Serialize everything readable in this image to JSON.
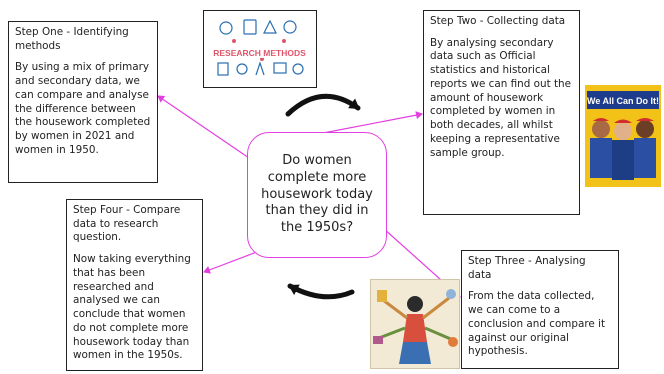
{
  "center": {
    "question": "Do women complete more housework today than they did in the 1950s?"
  },
  "steps": [
    {
      "title": "Step One - Identifying methods",
      "body": "By using a mix of primary and secondary data, we can compare and analyse the difference between the housework completed by women in 2021 and women in 1950."
    },
    {
      "title": "Step Two - Collecting data",
      "body": "By analysing secondary data such as Official statistics and historical reports we can find out the amount of housework completed by women in both decades, all whilst keeping a representative sample group."
    },
    {
      "title": "Step Three - Analysing data",
      "body": "From the data collected, we can come to a conclusion and compare it against our original hypothesis."
    },
    {
      "title": "Step Four - Compare data to research question.",
      "body": "Now taking everything that has been researched and analysed we can conclude that women do not complete more housework today than women in the 1950s."
    }
  ],
  "images": {
    "research": {
      "label": "RESEARCH METHODS"
    },
    "poster": {
      "label": "We All Can Do It!"
    }
  },
  "colors": {
    "connector": "#e33fe0",
    "border": "#222222"
  }
}
